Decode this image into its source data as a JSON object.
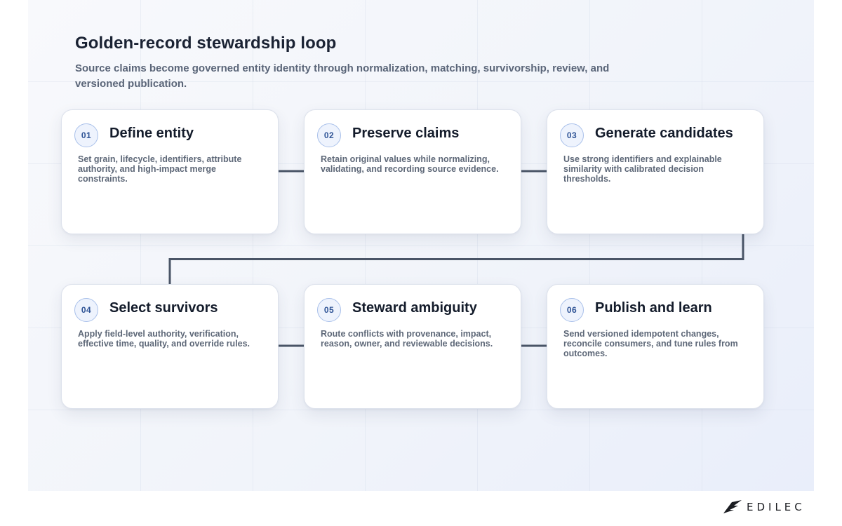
{
  "title": "Golden-record stewardship loop",
  "subtitle": "Source claims become governed entity identity through normalization, matching, survivorship, review, and versioned publication.",
  "steps": [
    {
      "number": "01",
      "title": "Define entity",
      "description": "Set grain, lifecycle, identifiers, attribute authority, and high-impact merge constraints."
    },
    {
      "number": "02",
      "title": "Preserve claims",
      "description": "Retain original values while normalizing, validating, and recording source evidence."
    },
    {
      "number": "03",
      "title": "Generate candidates",
      "description": "Use strong identifiers and explainable similarity with calibrated decision thresholds."
    },
    {
      "number": "04",
      "title": "Select survivors",
      "description": "Apply field-level authority, verification, effective time, quality, and override rules."
    },
    {
      "number": "05",
      "title": "Steward ambiguity",
      "description": "Route conflicts with provenance, impact, reason, owner, and reviewable decisions."
    },
    {
      "number": "06",
      "title": "Publish and learn",
      "description": "Send versioned idempotent changes, reconcile consumers, and tune rules from outcomes."
    }
  ],
  "brand": {
    "name": "EDILEC",
    "logo_icon": "edilec-wing-logo"
  },
  "colors": {
    "connector": "#4a5567",
    "badge_border": "#a9c0ea",
    "badge_text": "#2f5496"
  }
}
